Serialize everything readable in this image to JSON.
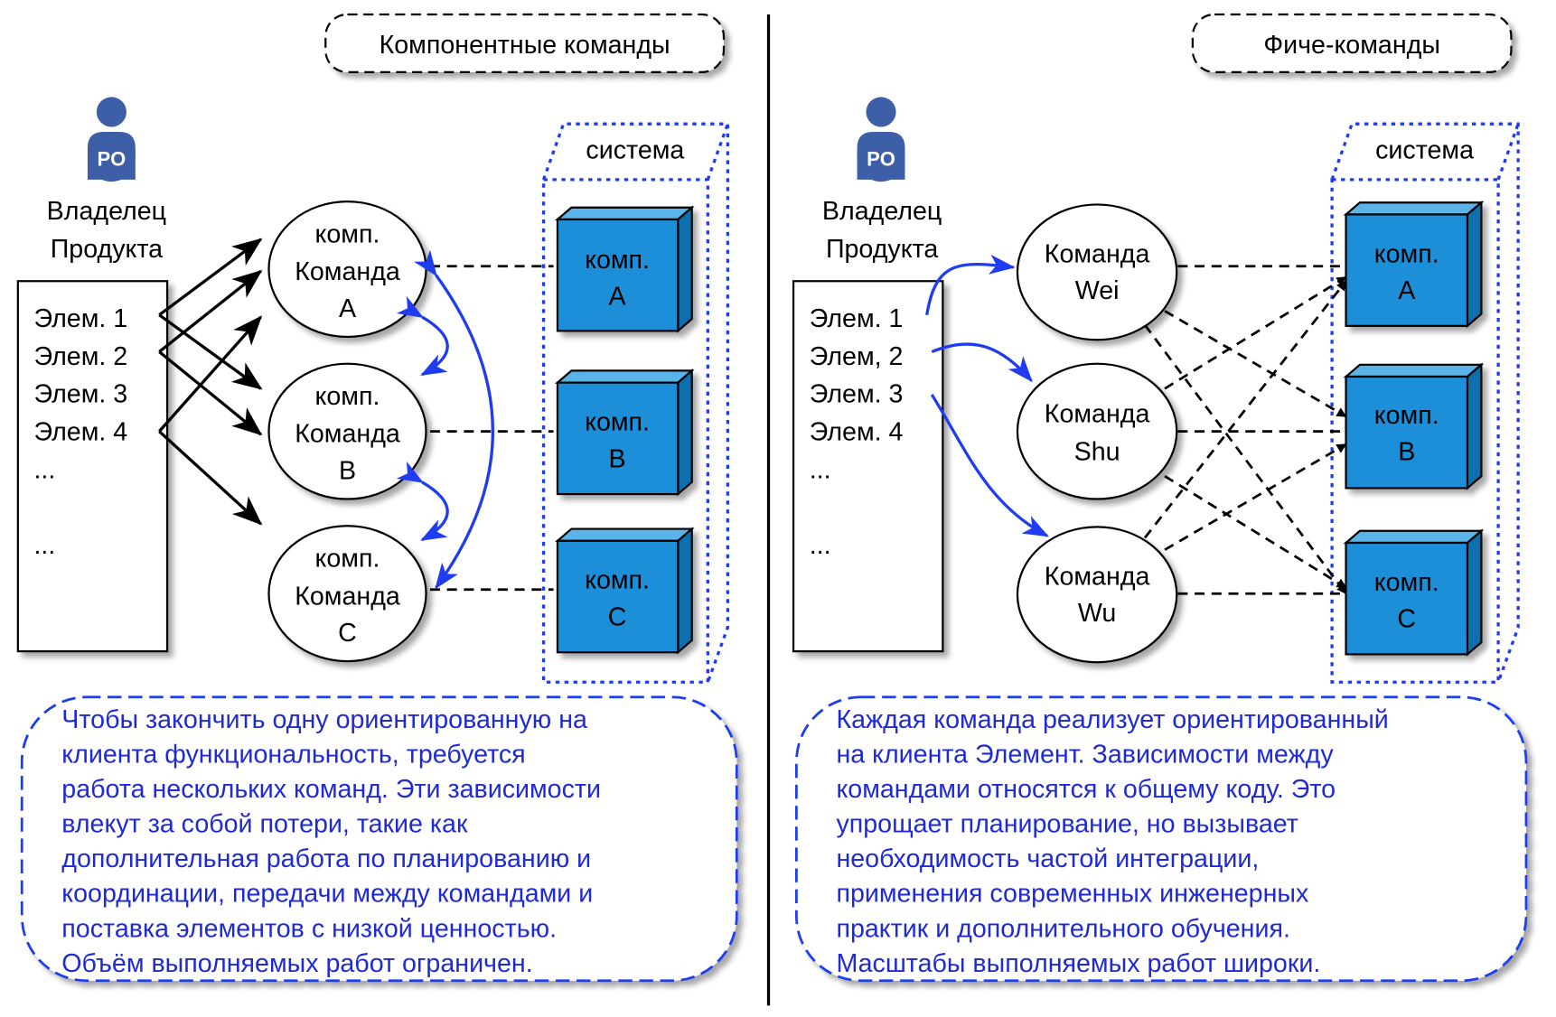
{
  "left": {
    "title": "Компонентные команды",
    "po_badge": "PO",
    "owner_line1": "Владелец",
    "owner_line2": "Продукта",
    "backlog": [
      "Элем. 1",
      "Элем. 2",
      "Элем. 3",
      "Элем. 4",
      "...",
      "..."
    ],
    "system_label": "система",
    "teams": [
      {
        "line1": "комп.",
        "line2": "Команда",
        "line3": "A"
      },
      {
        "line1": "комп.",
        "line2": "Команда",
        "line3": "B"
      },
      {
        "line1": "комп.",
        "line2": "Команда",
        "line3": "C"
      }
    ],
    "components": [
      {
        "line1": "комп.",
        "line2": "A"
      },
      {
        "line1": "комп.",
        "line2": "B"
      },
      {
        "line1": "комп.",
        "line2": "C"
      }
    ],
    "note_lines": [
      "Чтобы закончить одну ориентированную на",
      "клиента функциональность, требуется",
      "работа нескольких команд. Эти зависимости",
      "влекут за собой потери, такие как",
      "дополнительная работа по планированию и",
      "координации, передачи между командами и",
      "поставка элементов с низкой ценностью.",
      "Объём выполняемых работ ограничен."
    ]
  },
  "right": {
    "title": "Фиче-команды",
    "po_badge": "PO",
    "owner_line1": "Владелец",
    "owner_line2": "Продукта",
    "backlog": [
      "Элем. 1",
      "Элем, 2",
      "Элем. 3",
      "Элем. 4",
      "...",
      "..."
    ],
    "system_label": "система",
    "teams": [
      {
        "line1": "Команда",
        "line2": "Wei"
      },
      {
        "line1": "Команда",
        "line2": "Shu"
      },
      {
        "line1": "Команда",
        "line2": "Wu"
      }
    ],
    "components": [
      {
        "line1": "комп.",
        "line2": "A"
      },
      {
        "line1": "комп.",
        "line2": "B"
      },
      {
        "line1": "комп.",
        "line2": "C"
      }
    ],
    "note_lines": [
      "Каждая команда реализует ориентированный",
      "на клиента Элемент. Зависимости между",
      "командами относятся к общему коду. Это",
      "упрощает планирование, но вызывает",
      "необходимость частой интеграции,",
      "применения современных инженерных",
      "практик и дополнительного обучения.",
      "Масштабы выполняемых работ широки."
    ]
  },
  "colors": {
    "component_fill": "#1a8fd8",
    "component_top": "#5ab4ea",
    "component_side": "#0f6fae",
    "arrow_blue": "#1f3cf0",
    "note_text": "#1f2ad6",
    "note_border": "#1f3cf0",
    "system_border": "#1f3cf0",
    "po_icon": "#3d5fa8"
  }
}
